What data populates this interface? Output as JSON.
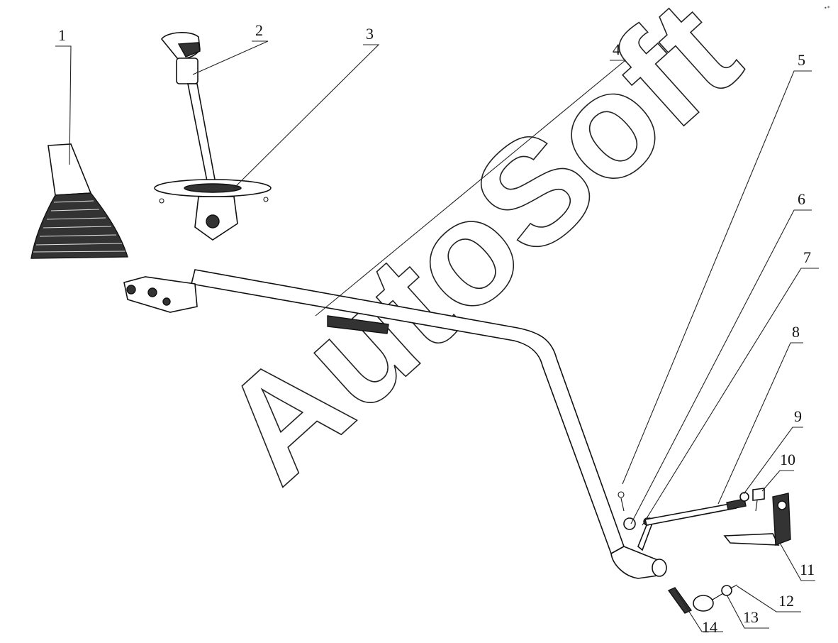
{
  "callouts": [
    {
      "label": "1"
    },
    {
      "label": "2"
    },
    {
      "label": "3"
    },
    {
      "label": "4"
    },
    {
      "label": "5"
    },
    {
      "label": "6"
    },
    {
      "label": "7"
    },
    {
      "label": "8"
    },
    {
      "label": "9"
    },
    {
      "label": "10"
    },
    {
      "label": "11"
    },
    {
      "label": "12"
    },
    {
      "label": "13"
    },
    {
      "label": "14"
    }
  ],
  "watermark": "AutoSoft",
  "corner_mark": "•*"
}
